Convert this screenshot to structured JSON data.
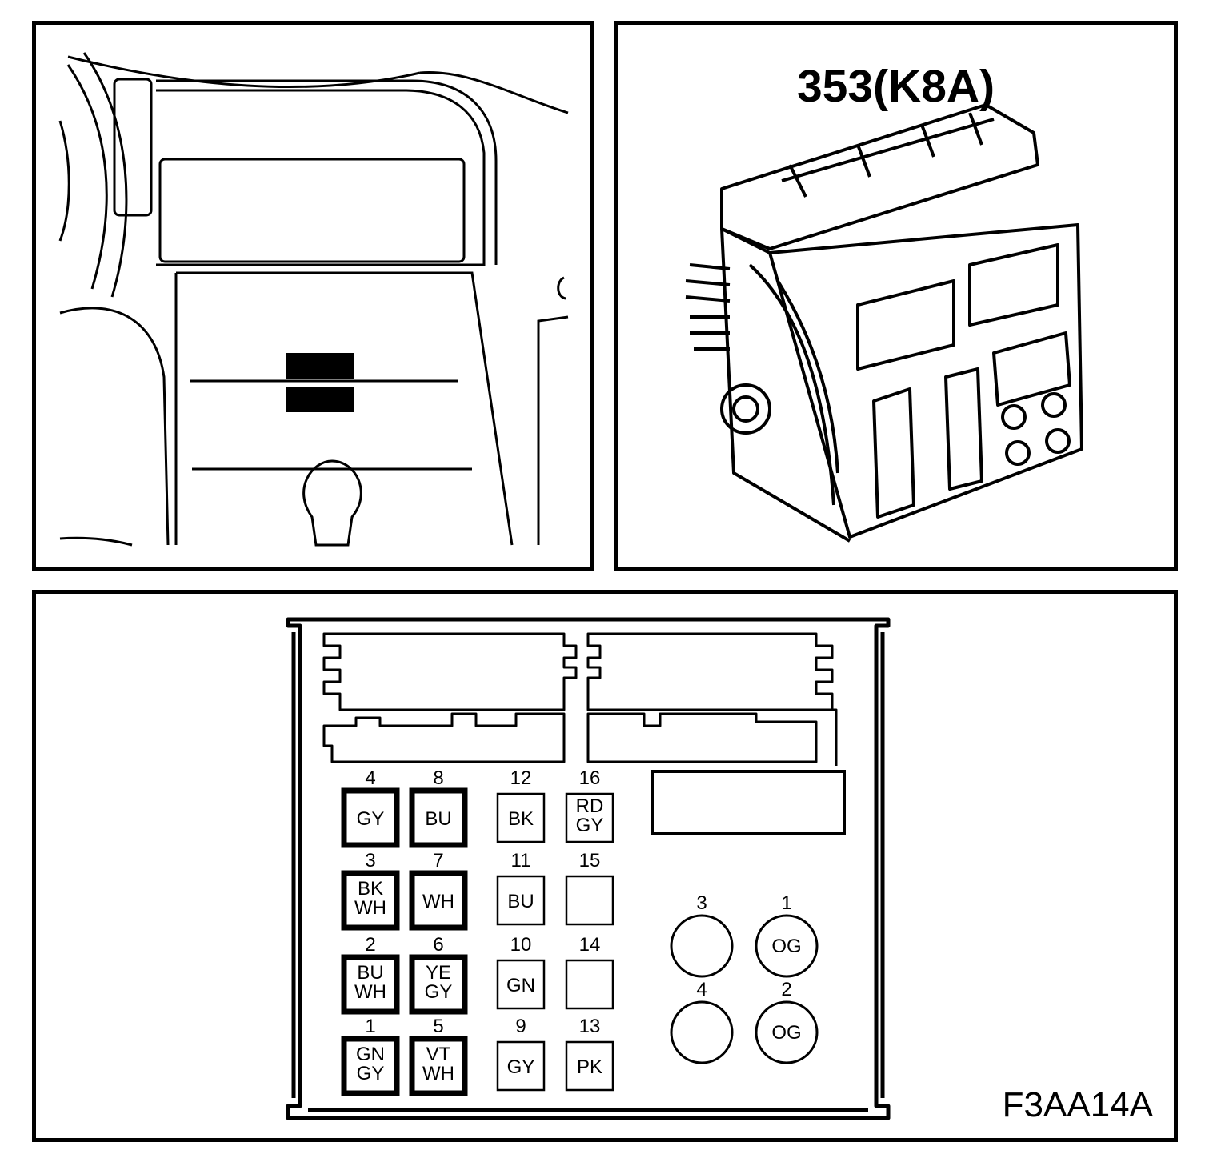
{
  "title": "353(K8A)",
  "figure_code": "F3AA14A",
  "pins_rect": [
    {
      "pin": "4",
      "wires": [
        "GY"
      ],
      "style": "thick"
    },
    {
      "pin": "8",
      "wires": [
        "BU"
      ],
      "style": "thick"
    },
    {
      "pin": "12",
      "wires": [
        "BK"
      ],
      "style": "thin"
    },
    {
      "pin": "16",
      "wires": [
        "RD",
        "GY"
      ],
      "style": "thin"
    },
    {
      "pin": "3",
      "wires": [
        "BK",
        "WH"
      ],
      "style": "thick"
    },
    {
      "pin": "7",
      "wires": [
        "WH"
      ],
      "style": "thick"
    },
    {
      "pin": "11",
      "wires": [
        "BU"
      ],
      "style": "thin"
    },
    {
      "pin": "15",
      "wires": [],
      "style": "thin"
    },
    {
      "pin": "2",
      "wires": [
        "BU",
        "WH"
      ],
      "style": "thick"
    },
    {
      "pin": "6",
      "wires": [
        "YE",
        "GY"
      ],
      "style": "thick"
    },
    {
      "pin": "10",
      "wires": [
        "GN"
      ],
      "style": "thin"
    },
    {
      "pin": "14",
      "wires": [],
      "style": "thin"
    },
    {
      "pin": "1",
      "wires": [
        "GN",
        "GY"
      ],
      "style": "thick"
    },
    {
      "pin": "5",
      "wires": [
        "VT",
        "WH"
      ],
      "style": "thick"
    },
    {
      "pin": "9",
      "wires": [
        "GY"
      ],
      "style": "thin"
    },
    {
      "pin": "13",
      "wires": [
        "PK"
      ],
      "style": "thin"
    }
  ],
  "pins_round": [
    {
      "pin": "3",
      "wires": []
    },
    {
      "pin": "1",
      "wires": [
        "OG"
      ]
    },
    {
      "pin": "4",
      "wires": []
    },
    {
      "pin": "2",
      "wires": [
        "OG"
      ]
    }
  ]
}
